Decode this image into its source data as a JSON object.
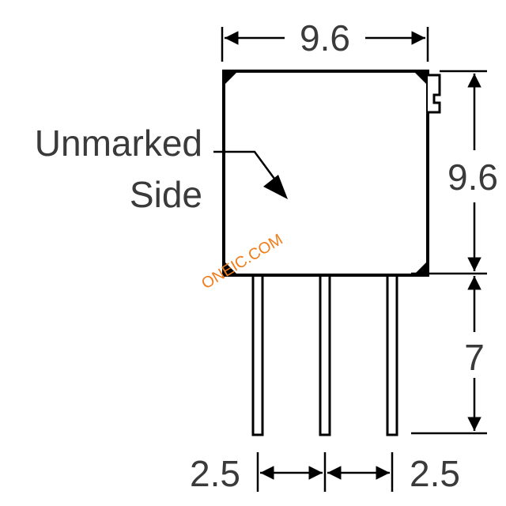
{
  "labels": {
    "top_width": "9.6",
    "right_height": "9.6",
    "lead_length": "7",
    "pitch_left": "2.5",
    "pitch_right": "2.5",
    "side_line1": "Unmarked",
    "side_line2": "Side"
  },
  "watermark": "ONEIC.COM",
  "colors": {
    "line": "#000000",
    "text": "#3a3a3a",
    "watermark": "#f07d1a"
  }
}
